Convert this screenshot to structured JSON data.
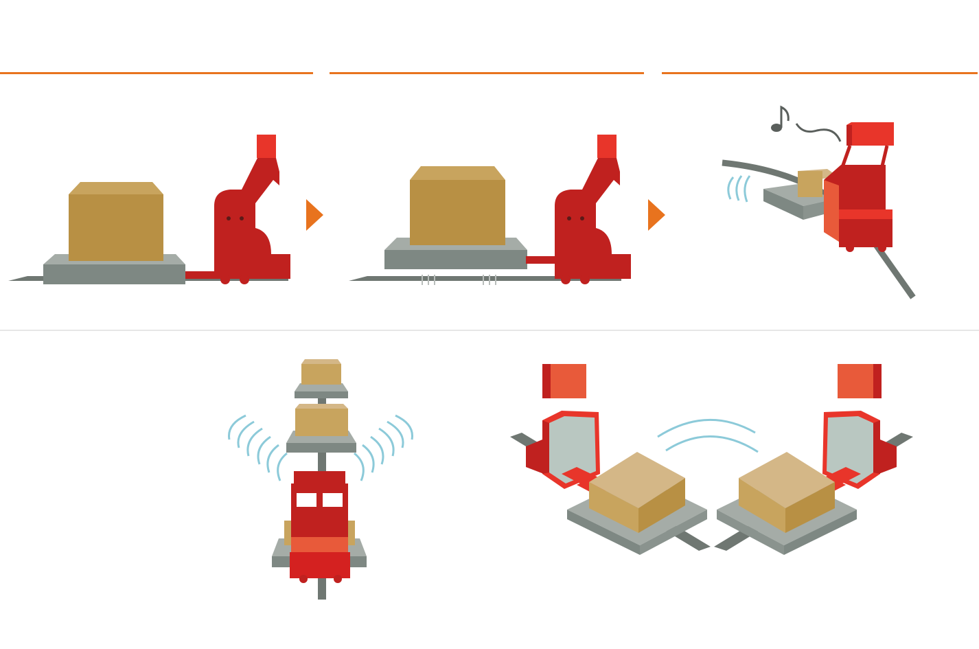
{
  "colors": {
    "accent_orange": "#E8731E",
    "divider": "#E6E6E6",
    "robot_red": "#C0211F",
    "robot_red_light": "#E8352A",
    "robot_top": "#E85A3A",
    "box_tan": "#B89044",
    "box_top": "#C8A45E",
    "box_light": "#D4B787",
    "pallet_gray": "#7E8883",
    "pallet_light": "#A5ACA7",
    "wave_blue": "#8CCAD9",
    "rail_gray": "#6F7772"
  },
  "steps": [
    {
      "id": "approach",
      "icon": "forklift-approach-icon"
    },
    {
      "id": "lift",
      "icon": "forklift-lift-icon"
    },
    {
      "id": "transport",
      "icon": "forklift-transport-icon"
    }
  ],
  "scenarios": [
    {
      "id": "queue",
      "icon": "forklift-queue-icon"
    },
    {
      "id": "pass",
      "icon": "forklift-pass-icon"
    }
  ],
  "arrows": [
    "next-step-arrow-icon",
    "next-step-arrow-icon"
  ],
  "sound_icon": "music-note-icon",
  "signal_icon": "wireless-signal-icon"
}
